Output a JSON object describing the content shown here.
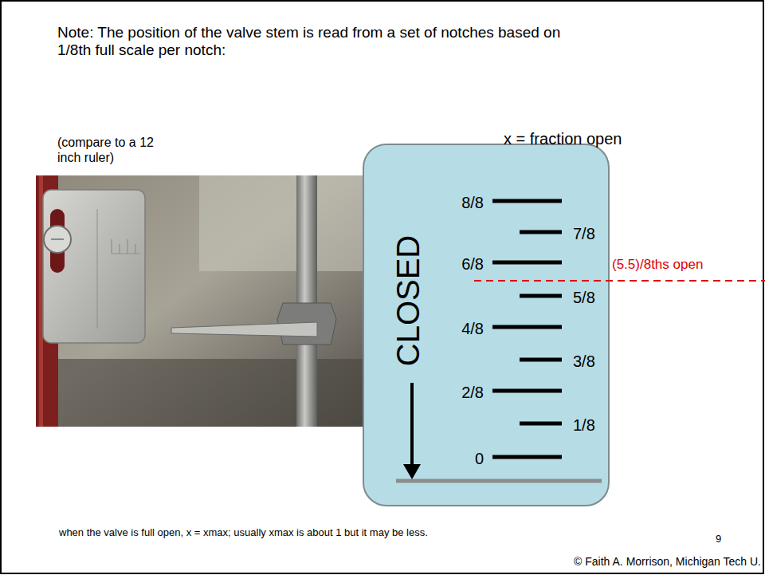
{
  "diagram": {
    "nodes": [
      {
        "text": [
          "CLOSED",
          "8/8",
          "7/8",
          "6/8",
          "5/8",
          "4/8",
          "3/8",
          "2/8",
          "1/8",
          "0"
        ]
      }
    ],
    "labels": [
      "Note:  The position of the valve stem is read from a set of notches based on 1/8th full scale per notch:",
      "(compare to a 12 inch ruler)",
      "x = fraction open",
      "(5.5)/8ths open",
      "when the valve is full open, x = xmax; usually xmax is about 1 but it may be less.",
      "9",
      "© Faith A. Morrison, Michigan Tech U."
    ]
  }
}
